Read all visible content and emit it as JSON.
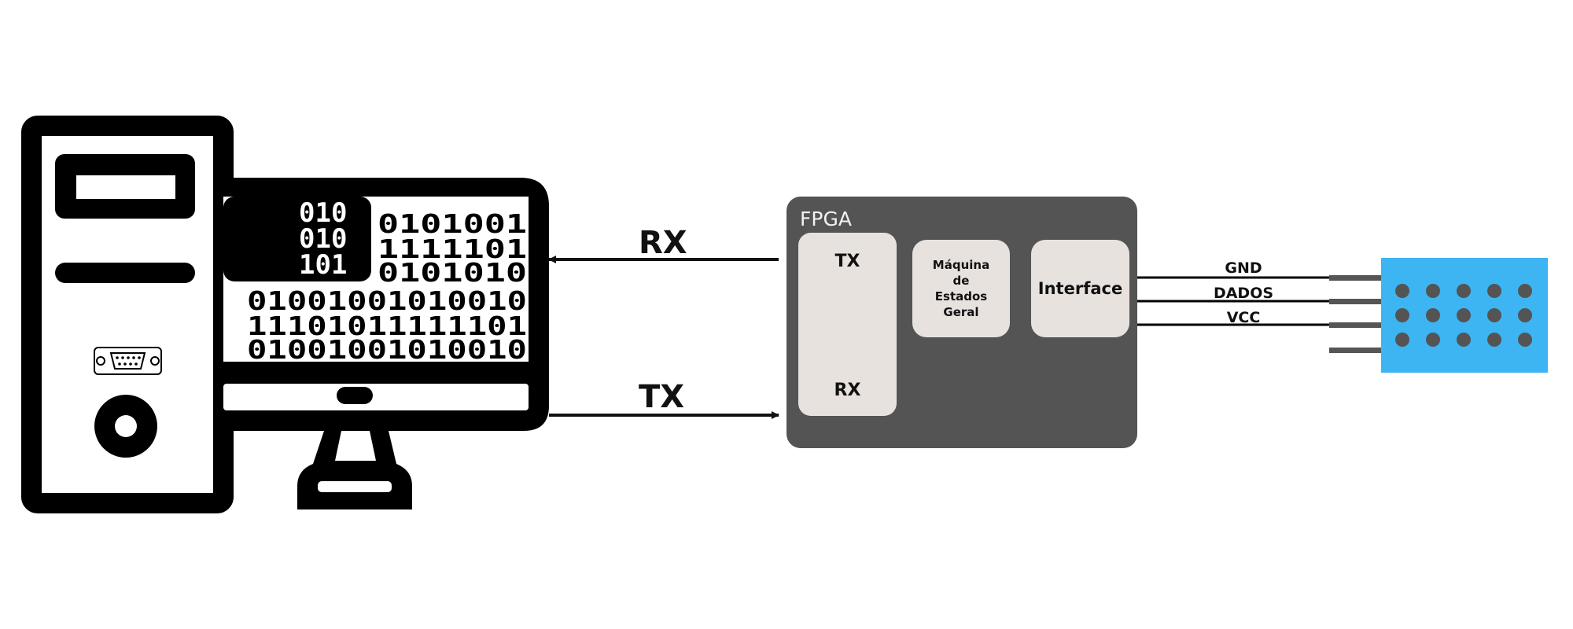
{
  "computer": {
    "binary_panel_lines": [
      "010",
      "010",
      "101"
    ],
    "binary_right_lines": [
      "0101001",
      "1111101",
      "0101010"
    ],
    "binary_bottom_lines": [
      "01001001010010",
      "11101011111101",
      "01001001010010"
    ]
  },
  "links": {
    "rx_label": "RX",
    "tx_label": "TX"
  },
  "fpga": {
    "title": "FPGA",
    "uart_tx": "TX",
    "uart_rx": "RX",
    "state_machine": "Máquina de Estados Geral",
    "interface": "Interface"
  },
  "sensor": {
    "pins": [
      "GND",
      "DADOS",
      "VCC"
    ],
    "color": "#3db5f2"
  }
}
